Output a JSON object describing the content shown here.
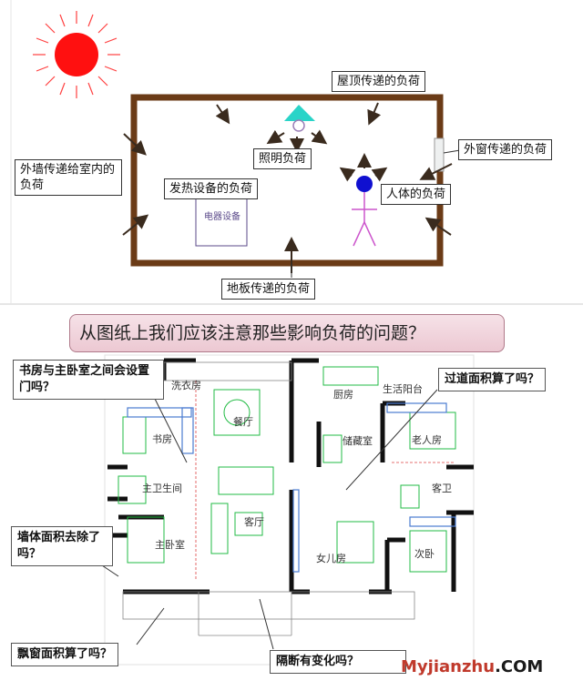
{
  "top_diagram": {
    "roof_load": "屋顶传递的负荷",
    "exterior_window_load": "外窗传递的负荷",
    "exterior_wall_load": "外墙传递给室内的负荷",
    "lighting_load": "照明负荷",
    "equipment_load": "发热设备的负荷",
    "appliance_label": "电器设备",
    "human_load": "人体的负荷",
    "floor_load": "地板传递的负荷",
    "colors": {
      "sun": "#ff1010",
      "wall": "#6b3b17",
      "lamp": "#2ad4c8",
      "person_head": "#1010d0",
      "person_body": "#cc55cc"
    }
  },
  "question_banner": "从图纸上我们应该注意那些影响负荷的问题？",
  "plan": {
    "rooms": {
      "laundry": "洗衣房",
      "dining": "餐厅",
      "kitchen": "厨房",
      "balcony": "生活阳台",
      "study": "书房",
      "storage": "储藏室",
      "elderly_room": "老人房",
      "master_bath": "主卫生间",
      "guest_bath": "客卫",
      "living": "客厅",
      "master_bedroom": "主卧室",
      "daughter_room": "女儿房",
      "second_bedroom": "次卧"
    },
    "callouts": {
      "study_door": "书房与主卧室之间会设置门吗？",
      "corridor_area": "过道面积算了吗？",
      "wall_area": "墙体面积去除了吗？",
      "bay_window": "飘窗面积算了吗？",
      "partition": "隔断有变化吗？"
    },
    "watermark_brand": "Myjianzhu",
    "watermark_suffix": ".COM"
  }
}
